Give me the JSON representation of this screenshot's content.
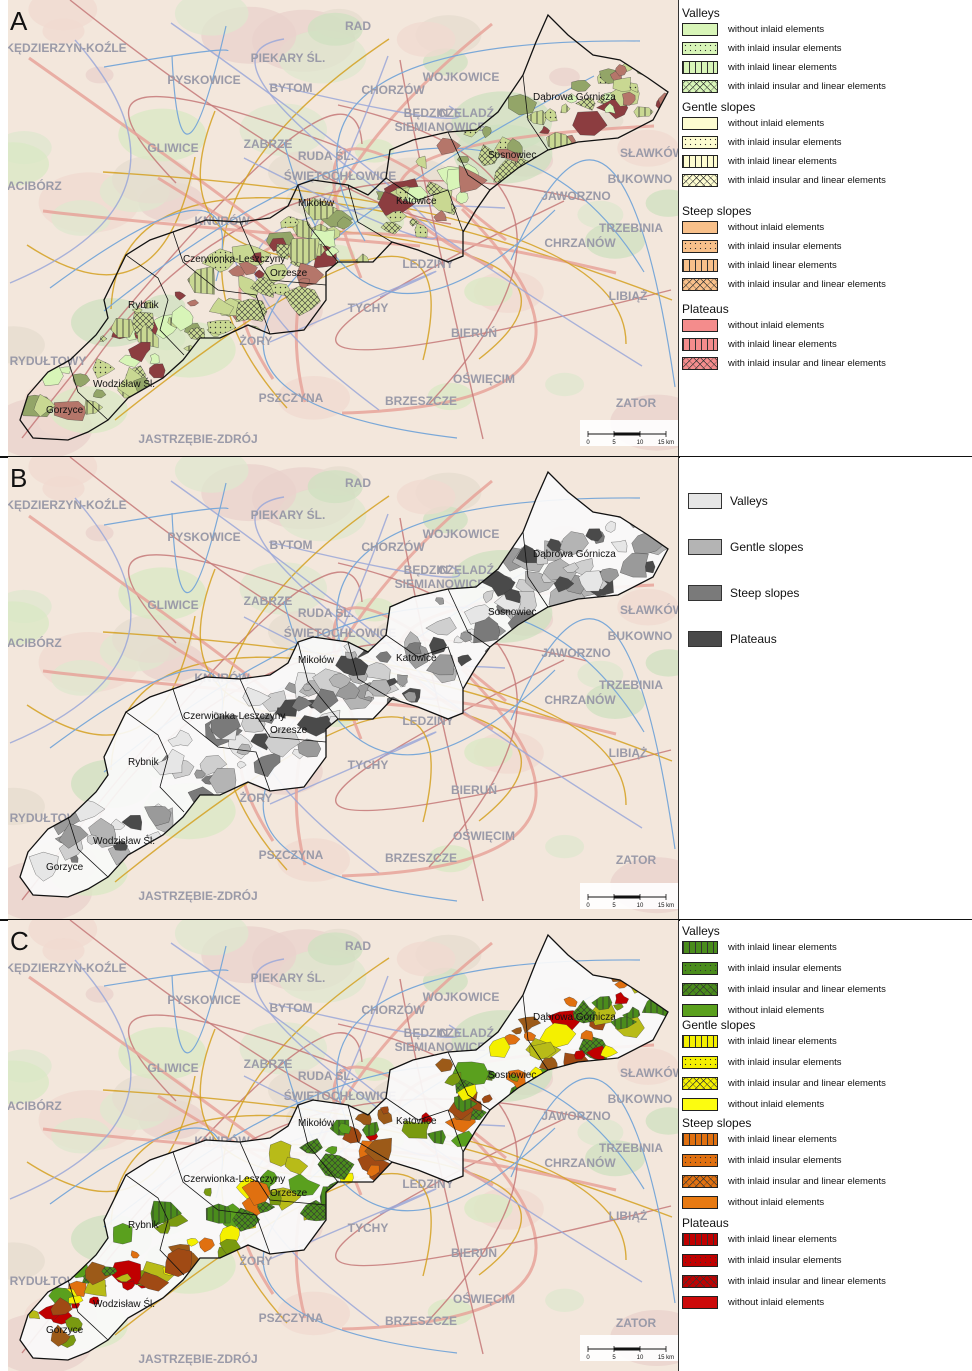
{
  "panels": [
    {
      "letter": "A"
    },
    {
      "letter": "B"
    },
    {
      "letter": "C"
    }
  ],
  "cities": [
    "Dąbrowa Górnicza",
    "Sosnowiec",
    "Katowice",
    "Mikołów",
    "Czerwionka-Leszczyny",
    "Orzesze",
    "Rybnik",
    "Wodzisław Śl.",
    "Gorzyce"
  ],
  "regions": [
    "GLIWICE",
    "ZABRZE",
    "BYTOM",
    "CHORZÓW",
    "PYSKOWICE",
    "PIEKARY ŚL.",
    "RUDA ŚL.",
    "ŚWIĘTOCHŁOWICE",
    "TYCHY",
    "ŻORY",
    "JASTRZĘBIE-ZDRÓJ",
    "BIERUŃ",
    "OŚWIĘCIM",
    "CHRZANÓW",
    "JAWORZNO",
    "LEDZINY",
    "BĘDZIN",
    "CZELADŹ",
    "WOJKOWICE",
    "KNURÓW",
    "PSZCZYNA",
    "BRZESZCZE",
    "RACIBÓRZ",
    "RYDUŁTOWY",
    "KĘDZIERZYN-KOŹLE",
    "BUKOWNO",
    "TRZEBINIA",
    "LIBIĄŻ",
    "ZATOR",
    "SŁAWKÓW",
    "SIEMIANOWICE",
    "RAD"
  ],
  "scale": {
    "ticks": [
      "0",
      "5",
      "10",
      "15 km"
    ]
  },
  "legend_a": {
    "groups": [
      {
        "title": "Valleys",
        "items": [
          {
            "label": "without inlaid elements",
            "color": "#d8f5b8",
            "pattern": "plain"
          },
          {
            "label": "with inlaid insular elements",
            "color": "#d8f5b8",
            "pattern": "dots"
          },
          {
            "label": "with inlaid linear elements",
            "color": "#d8f5b8",
            "pattern": "lines"
          },
          {
            "label": "with inlaid insular and linear elements",
            "color": "#d8f5b8",
            "pattern": "cross"
          }
        ]
      },
      {
        "title": "Gentle slopes",
        "items": [
          {
            "label": "without inlaid elements",
            "color": "#fdfcd0",
            "pattern": "plain"
          },
          {
            "label": "with inlaid insular elements",
            "color": "#fdfcd0",
            "pattern": "dots"
          },
          {
            "label": "with inlaid linear elements",
            "color": "#fdfcd0",
            "pattern": "lines"
          },
          {
            "label": "with inlaid insular and linear elements",
            "color": "#fdfcd0",
            "pattern": "cross"
          }
        ]
      },
      {
        "title": "Steep slopes",
        "items": [
          {
            "label": "without inlaid elements",
            "color": "#f8c08a",
            "pattern": "plain"
          },
          {
            "label": "with inlaid insular elements",
            "color": "#f8c08a",
            "pattern": "dots"
          },
          {
            "label": "with inlaid linear elements",
            "color": "#f8c08a",
            "pattern": "lines"
          },
          {
            "label": "with inlaid insular and linear elements",
            "color": "#f8c08a",
            "pattern": "cross"
          }
        ]
      },
      {
        "title": "Plateaus",
        "items": [
          {
            "label": "without inlaid elements",
            "color": "#f48c8c",
            "pattern": "plain"
          },
          {
            "label": "with inlaid linear elements",
            "color": "#f48c8c",
            "pattern": "lines"
          },
          {
            "label": "with inlaid insular and linear elements",
            "color": "#f48c8c",
            "pattern": "cross"
          }
        ]
      }
    ]
  },
  "legend_b": {
    "items": [
      {
        "label": "Valleys",
        "color": "#e6e6e6"
      },
      {
        "label": "Gentle slopes",
        "color": "#b4b4b4"
      },
      {
        "label": "Steep slopes",
        "color": "#7a7a7a"
      },
      {
        "label": "Plateaus",
        "color": "#4a4a4a"
      }
    ]
  },
  "legend_c": {
    "groups": [
      {
        "title": "Valleys",
        "items": [
          {
            "label": "with inlaid linear elements",
            "color": "#4a8c1c",
            "pattern": "lines"
          },
          {
            "label": "with inlaid insular elements",
            "color": "#4a8c1c",
            "pattern": "dots"
          },
          {
            "label": "with inlaid insular and linear elements",
            "color": "#4a8c1c",
            "pattern": "cross"
          },
          {
            "label": "without inlaid elements",
            "color": "#5aa01e",
            "pattern": "plain"
          }
        ]
      },
      {
        "title": "Gentle slopes",
        "items": [
          {
            "label": "with inlaid linear elements",
            "color": "#f4f000",
            "pattern": "lines"
          },
          {
            "label": "with inlaid insular elements",
            "color": "#f4f000",
            "pattern": "dots"
          },
          {
            "label": "with inlaid insular and linear elements",
            "color": "#f4f000",
            "pattern": "cross"
          },
          {
            "label": "without inlaid elements",
            "color": "#fcfc10",
            "pattern": "plain"
          }
        ]
      },
      {
        "title": "Steep slopes",
        "items": [
          {
            "label": "with inlaid linear elements",
            "color": "#e07010",
            "pattern": "lines"
          },
          {
            "label": "with inlaid insular elements",
            "color": "#e07010",
            "pattern": "dots"
          },
          {
            "label": "with inlaid insular and linear elements",
            "color": "#e07010",
            "pattern": "cross"
          },
          {
            "label": "without inlaid elements",
            "color": "#e87a12",
            "pattern": "plain"
          }
        ]
      },
      {
        "title": "Plateaus",
        "items": [
          {
            "label": "with inlaid linear elements",
            "color": "#c00000",
            "pattern": "lines"
          },
          {
            "label": "with inlaid insular elements",
            "color": "#c00000",
            "pattern": "dots"
          },
          {
            "label": "with inlaid insular and linear elements",
            "color": "#c00000",
            "pattern": "cross"
          },
          {
            "label": "without inlaid elements",
            "color": "#cc0a0a",
            "pattern": "plain"
          }
        ]
      }
    ]
  }
}
